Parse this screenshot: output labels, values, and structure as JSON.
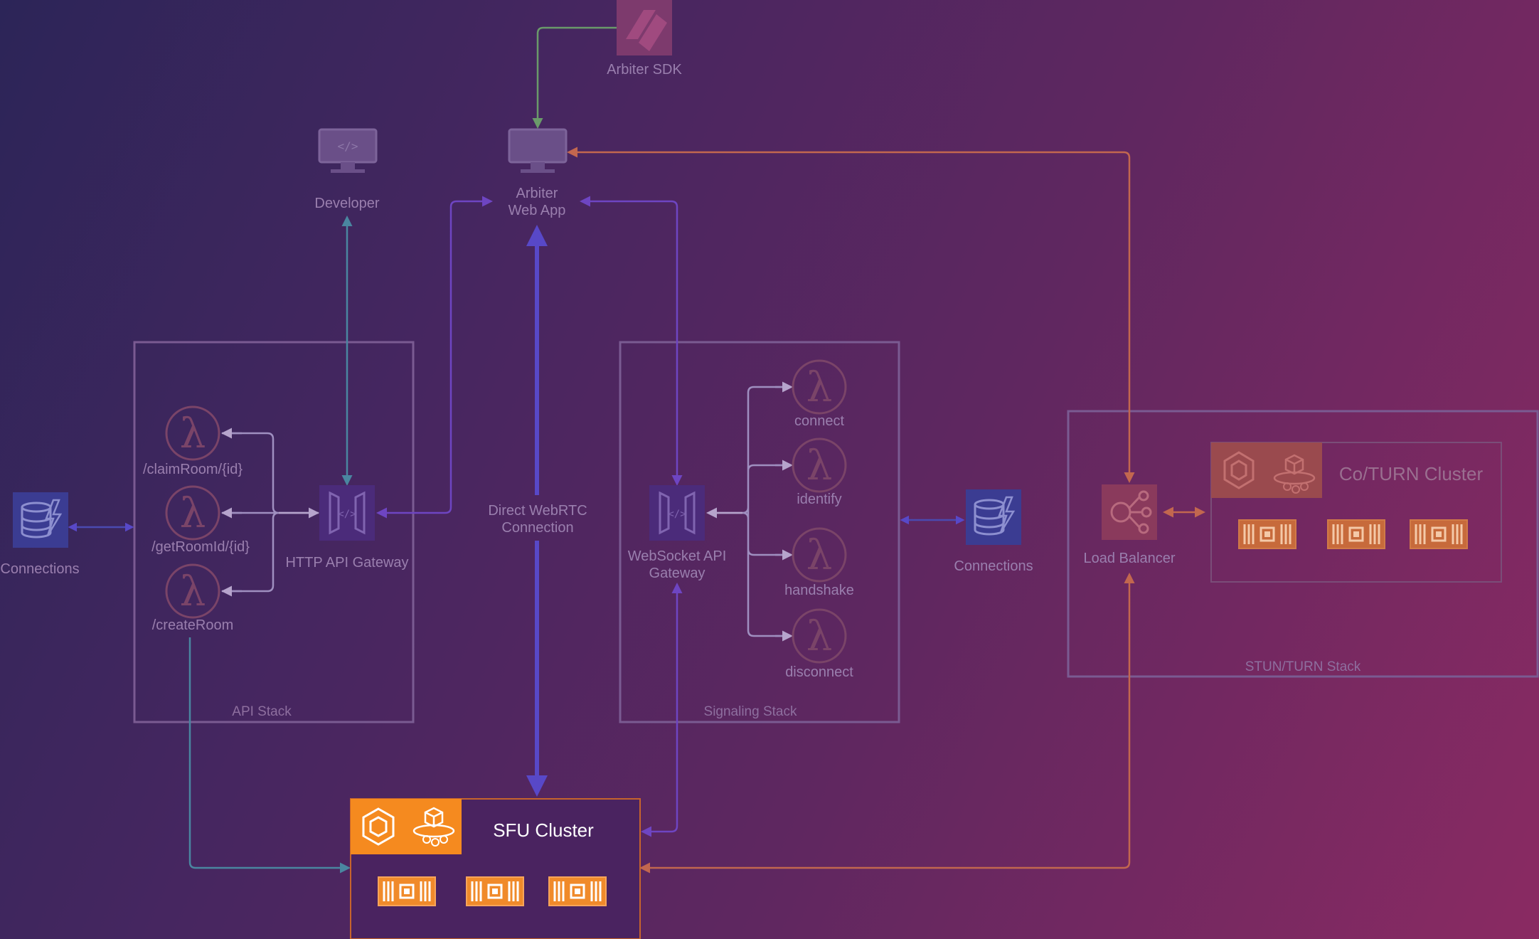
{
  "nodes": {
    "arbiter_sdk": "Arbiter SDK",
    "developer": "Developer",
    "arbiter_web_app_line1": "Arbiter",
    "arbiter_web_app_line2": "Web App",
    "direct_webrtc_line1": "Direct WebRTC",
    "direct_webrtc_line2": "Connection",
    "http_api_gateway": "HTTP API Gateway",
    "websocket_api_line1": "WebSocket API",
    "websocket_api_line2": "Gateway",
    "connections_left": "Connections",
    "connections_right": "Connections",
    "load_balancer": "Load Balancer",
    "sfu_cluster": "SFU Cluster",
    "coturn_cluster": "Co/TURN Cluster"
  },
  "api_lambdas": [
    "/claimRoom/{id}",
    "/getRoomId/{id}",
    "/createRoom"
  ],
  "signaling_lambdas": [
    "connect",
    "identify",
    "handshake",
    "disconnect"
  ],
  "stacks": {
    "api": "API Stack",
    "signaling": "Signaling Stack",
    "stun_turn": "STUN/TURN Stack"
  },
  "colors": {
    "orange": "#f58a1f",
    "purple_flow": "#6b3fc9",
    "teal_flow": "#3f7f9a",
    "salmon_flow": "#c0654e",
    "green_flow": "#5a8a5a"
  },
  "icons": [
    "lambda-icon",
    "api-gateway-icon",
    "dynamodb-icon",
    "monitor-icon",
    "load-balancer-icon",
    "ecs-icon",
    "fargate-icon",
    "chip-icon",
    "sdk-logo-icon"
  ]
}
